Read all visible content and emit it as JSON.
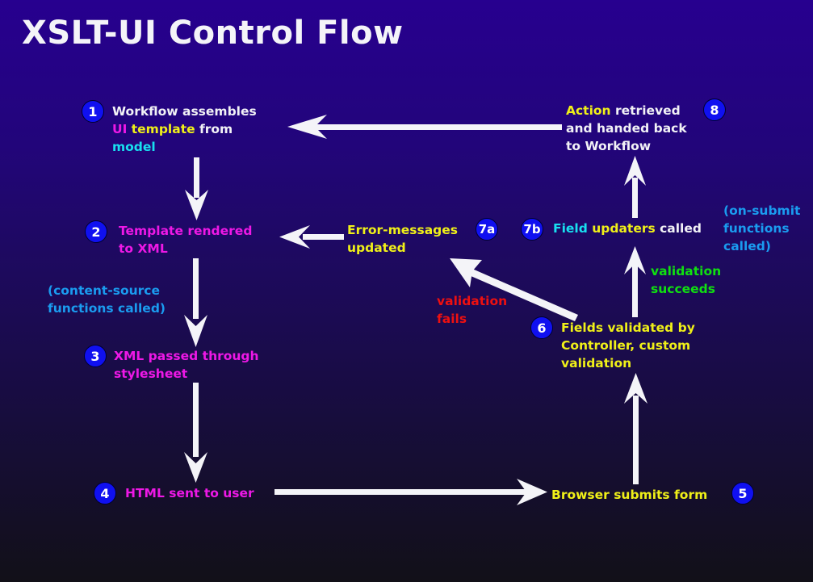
{
  "title": "XSLT-UI Control Flow",
  "colors": {
    "background_top": "#27008f",
    "background_bottom": "#121018",
    "badge_fill": "#1010f0",
    "arrow": "#f4f4f8",
    "white_text": "#f2f2f6",
    "magenta_text": "#ee18e6",
    "yellow_text": "#f0f018",
    "cyan_text": "#18e0f0",
    "blue_text": "#1a9cf0",
    "red_text": "#ee1010",
    "green_text": "#10e010"
  },
  "steps": {
    "s1": {
      "badge": "1",
      "line1": "Workflow assembles",
      "line2_a": "UI",
      "line2_b": " template",
      "line2_c": " from",
      "line3": "model"
    },
    "s2": {
      "badge": "2",
      "line1": "Template rendered",
      "line2": "to XML"
    },
    "s3": {
      "badge": "3",
      "line1": "XML passed through",
      "line2": "stylesheet"
    },
    "s4": {
      "badge": "4",
      "text": "HTML sent to user"
    },
    "s5": {
      "badge": "5",
      "text": "Browser submits form"
    },
    "s6": {
      "badge": "6",
      "line1": "Fields validated by",
      "line2": "Controller, custom",
      "line3": "validation"
    },
    "s7a": {
      "badge": "7a",
      "line1": "Error-messages",
      "line2": "updated"
    },
    "s7b": {
      "badge": "7b",
      "part_a": "Field",
      "part_b": " updaters",
      "part_c": " called"
    },
    "s8": {
      "badge": "8",
      "line1_a": "Action",
      "line1_b": " retrieved",
      "line2": "and handed back",
      "line3": "to Workflow"
    }
  },
  "annotations": {
    "content_source": {
      "line1": "(content-source",
      "line2": "functions called)"
    },
    "on_submit": {
      "line1": "(on-submit",
      "line2": "functions",
      "line3": "called)"
    },
    "validation_fails": {
      "line1": "validation",
      "line2": "fails"
    },
    "validation_succeeds": {
      "line1": "validation",
      "line2": "succeeds"
    }
  },
  "edges": [
    {
      "from": "1",
      "to": "2"
    },
    {
      "from": "2",
      "to": "3"
    },
    {
      "from": "3",
      "to": "4"
    },
    {
      "from": "4",
      "to": "5"
    },
    {
      "from": "5",
      "to": "6"
    },
    {
      "from": "6",
      "to": "7a",
      "label": "validation fails"
    },
    {
      "from": "6",
      "to": "7b",
      "label": "validation succeeds"
    },
    {
      "from": "7a",
      "to": "2"
    },
    {
      "from": "7b",
      "to": "8"
    },
    {
      "from": "8",
      "to": "1"
    }
  ]
}
